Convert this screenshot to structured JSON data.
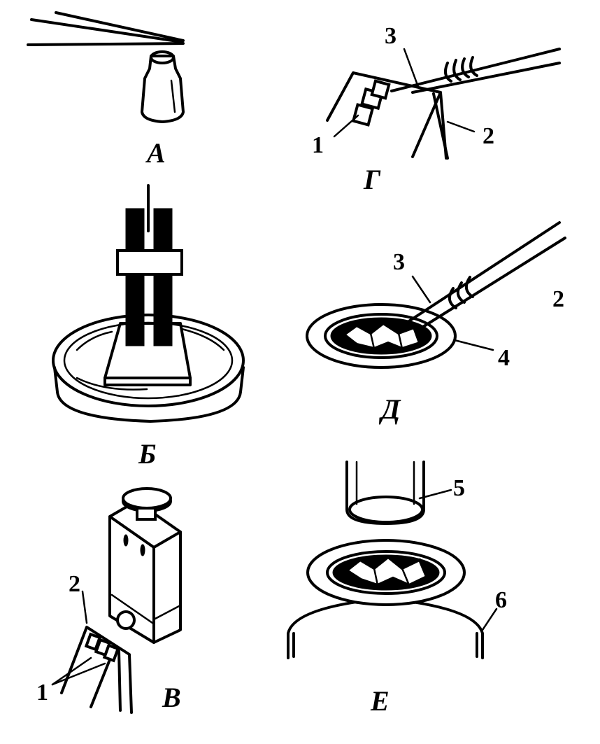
{
  "panels": {
    "a": {
      "label": "А"
    },
    "b": {
      "label": "Б"
    },
    "v": {
      "label": "В",
      "callouts": [
        "1",
        "2"
      ]
    },
    "g": {
      "label": "Г",
      "callouts": [
        "1",
        "2",
        "3"
      ]
    },
    "d": {
      "label": "Д",
      "callouts": [
        "2",
        "3",
        "4"
      ]
    },
    "e": {
      "label": "Е",
      "callouts": [
        "5",
        "6"
      ]
    }
  },
  "colors": {
    "ink": "#000000",
    "paper": "#ffffff"
  }
}
